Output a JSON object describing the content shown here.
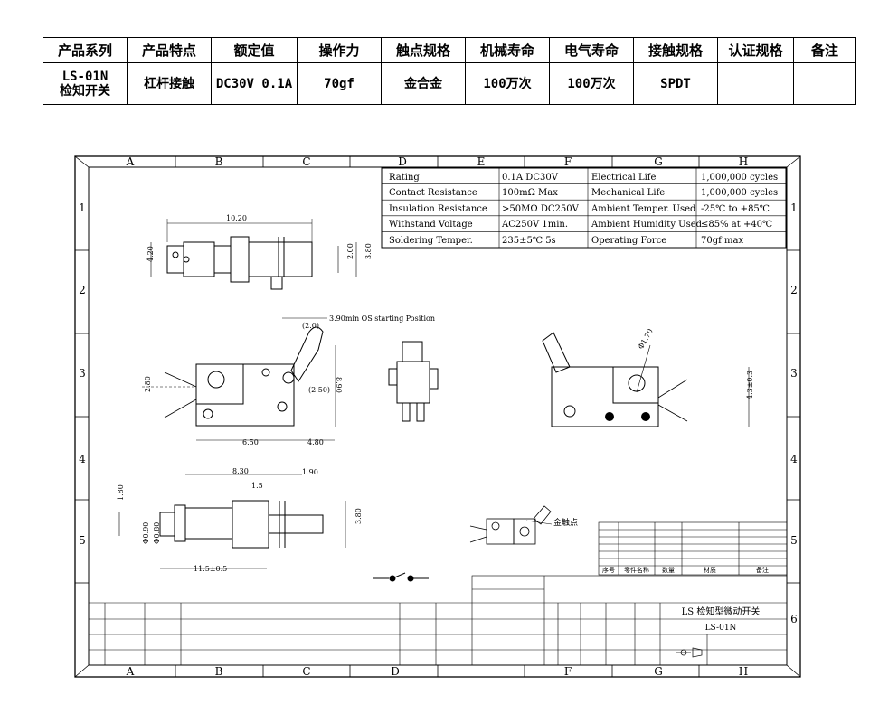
{
  "spec_table": {
    "headers": [
      "产品系列",
      "产品特点",
      "额定值",
      "操作力",
      "触点规格",
      "机械寿命",
      "电气寿命",
      "接触规格",
      "认证规格",
      "备注"
    ],
    "row": [
      "LS-01N\n检知开关",
      "杠杆接触",
      "DC30V 0.1A",
      "70gf",
      "金合金",
      "100万次",
      "100万次",
      "SPDT",
      "",
      ""
    ]
  },
  "drawing": {
    "col_labels": [
      "A",
      "B",
      "C",
      "D",
      "E",
      "F",
      "G",
      "H"
    ],
    "row_labels": [
      "1",
      "2",
      "3",
      "4",
      "5",
      "6"
    ],
    "spec_rows": [
      [
        "Rating",
        "0.1A  DC30V",
        "Electrical Life",
        "1,000,000 cycles"
      ],
      [
        "Contact Resistance",
        "100mΩ  Max",
        "Mechanical Life",
        "1,000,000 cycles"
      ],
      [
        "Insulation Resistance",
        ">50MΩ  DC250V",
        "Ambient Temper. Used",
        "-25℃ to +85℃"
      ],
      [
        "Withstand Voltage",
        "AC250V  1min.",
        "Ambient Humidity Used",
        "≤85% at +40℃"
      ],
      [
        "Soldering Temper.",
        "235±5℃ 5s",
        "Operating Force",
        "70gf max"
      ]
    ],
    "dims": {
      "top_width": "10.20",
      "top_height": "4.20",
      "top_right_a": "2.00",
      "top_right_b": "3.80",
      "starting_note": "3.90min OS starting Position",
      "dim_20": "(2.0)",
      "dim_890": "8.90",
      "dim_250": "(2.50)",
      "dim_280": "2.80",
      "dim_650": "6.50",
      "dim_480": "4.80",
      "dim_830": "8.30",
      "dim_190": "1.90",
      "dim_15": "1.5",
      "dim_180": "1.80",
      "dim_phi090": "Φ0.90",
      "dim_phi080": "Φ0.80",
      "dim_380": "3.80",
      "dim_115": "11.5±0.5",
      "dim_phi170": "Φ1.70",
      "dim_43": "4.3±0.3"
    },
    "gold_contact_label": "金触点",
    "bom": {
      "header": [
        "序号",
        "零件名称",
        "数量",
        "材质",
        "备注"
      ]
    },
    "title_block": {
      "product_name": "LS 检知型微动开关",
      "part_no": "LS-01N"
    }
  }
}
